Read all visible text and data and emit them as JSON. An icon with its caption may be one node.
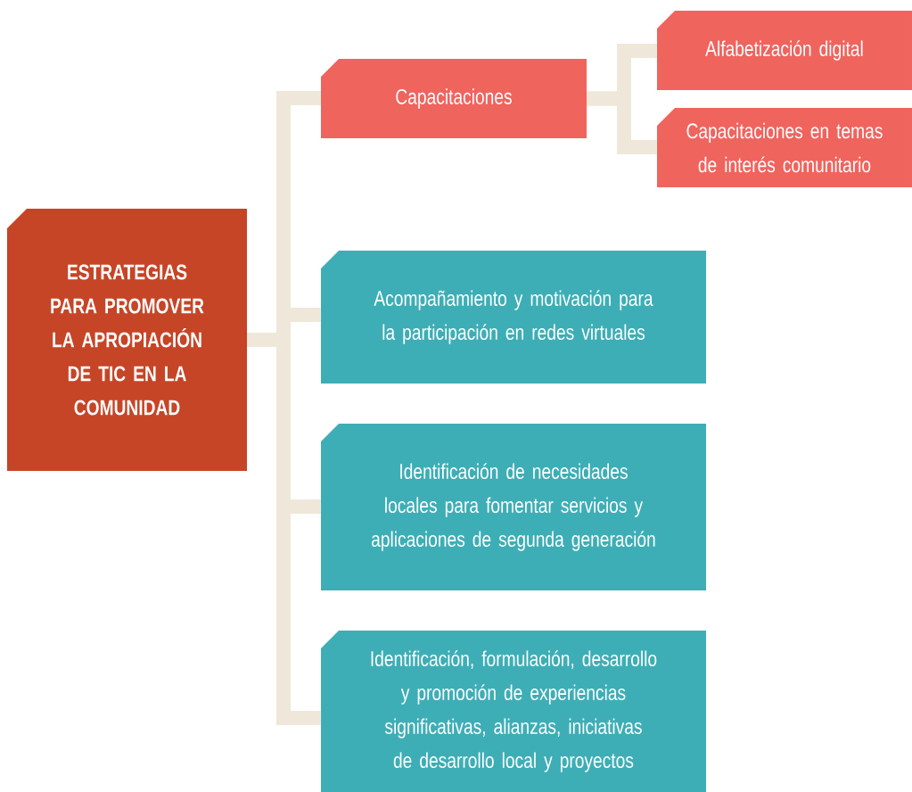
{
  "diagram": {
    "nodes": [
      {
        "text": [
          "ESTRATEGIAS PARA PROMOVER LA APROPIACIÓN DE TIC EN LA COMUNIDAD"
        ]
      },
      {
        "text": [
          "Capacitaciones"
        ]
      },
      {
        "text": [
          "Alfabetización digital"
        ]
      },
      {
        "text": [
          "Capacitaciones en temas de interés comunitario"
        ]
      },
      {
        "text": [
          "Acompañamiento y motivación para la participación en redes virtuales"
        ]
      },
      {
        "text": [
          "Identificación de necesidades locales para fomentar servicios y aplicaciones de segunda generación"
        ]
      },
      {
        "text": [
          "Identificación, formulación, desarrollo y promoción de experiencias significativas, alianzas, iniciativas de desarrollo local y proyectos"
        ]
      }
    ],
    "edges": [
      {
        "from": 0,
        "to": 1,
        "arrow": "none"
      },
      {
        "from": 0,
        "to": 4,
        "arrow": "none"
      },
      {
        "from": 0,
        "to": 5,
        "arrow": "none"
      },
      {
        "from": 0,
        "to": 6,
        "arrow": "none"
      },
      {
        "from": 1,
        "to": 2,
        "arrow": "none"
      },
      {
        "from": 1,
        "to": 3,
        "arrow": "none"
      }
    ]
  }
}
